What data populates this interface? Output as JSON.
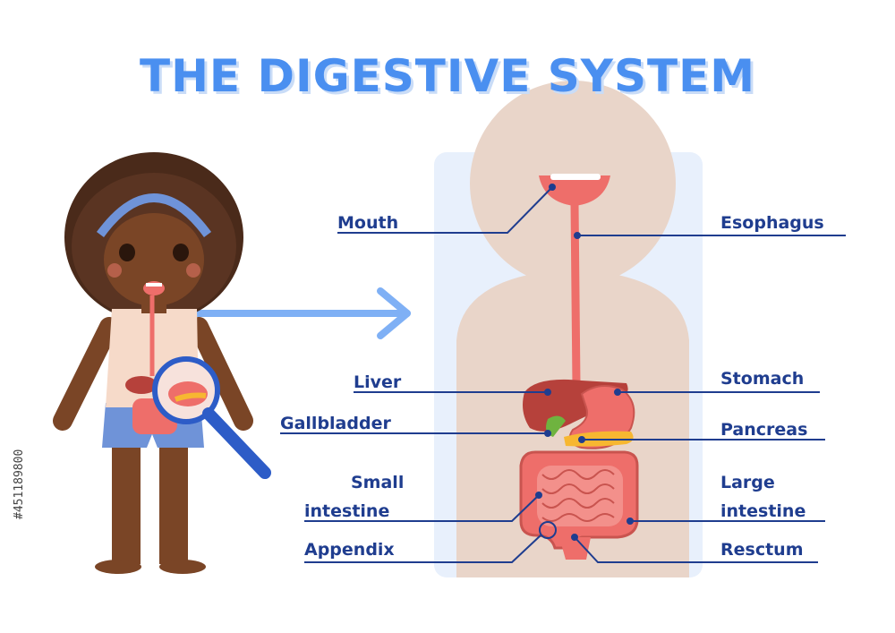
{
  "title": "THE DIGESTIVE SYSTEM",
  "labels": {
    "mouth": "Mouth",
    "esophagus": "Esophagus",
    "liver": "Liver",
    "stomach": "Stomach",
    "gallbladder": "Gallbladder",
    "pancreas": "Pancreas",
    "small_intestine_1": "Small",
    "small_intestine_2": "intestine",
    "large_intestine_1": "Large",
    "large_intestine_2": "intestine",
    "appendix": "Appendix",
    "rectum": "Resctum"
  },
  "stock_id": "#451189800",
  "colors": {
    "title": "#4a8ff0",
    "label": "#1f3d8f",
    "panel": "#e8f0fc",
    "body": "#e9d5c9",
    "organ": "#ee6e6a",
    "liver": "#b6413b",
    "pancreas": "#f7b731",
    "arrow": "#7fb0f5"
  }
}
